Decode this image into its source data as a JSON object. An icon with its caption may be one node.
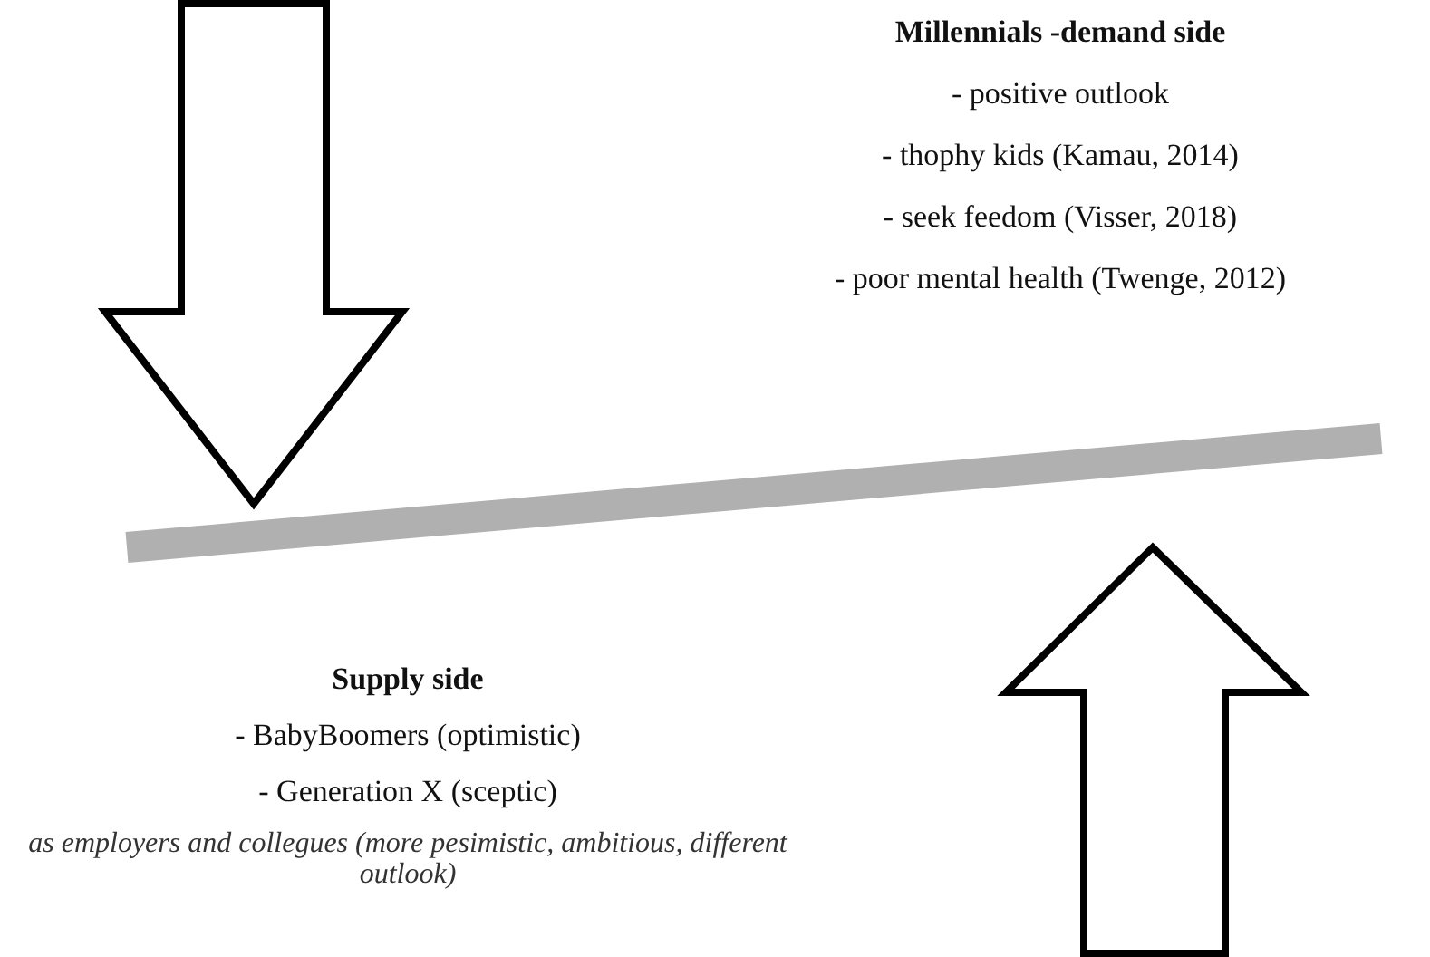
{
  "diagram": {
    "labels": [
      "Millennials -demand side",
      "- positive outlook",
      "- thophy kids (Kamau, 2014)",
      "- seek feedom (Visser, 2018)",
      "- poor mental health (Twenge, 2012)",
      "Supply side",
      "- BabyBoomers (optimistic)",
      "- Generation X (sceptic)",
      "as employers and collegues (more pesimistic, ambitious, different outlook)"
    ]
  }
}
